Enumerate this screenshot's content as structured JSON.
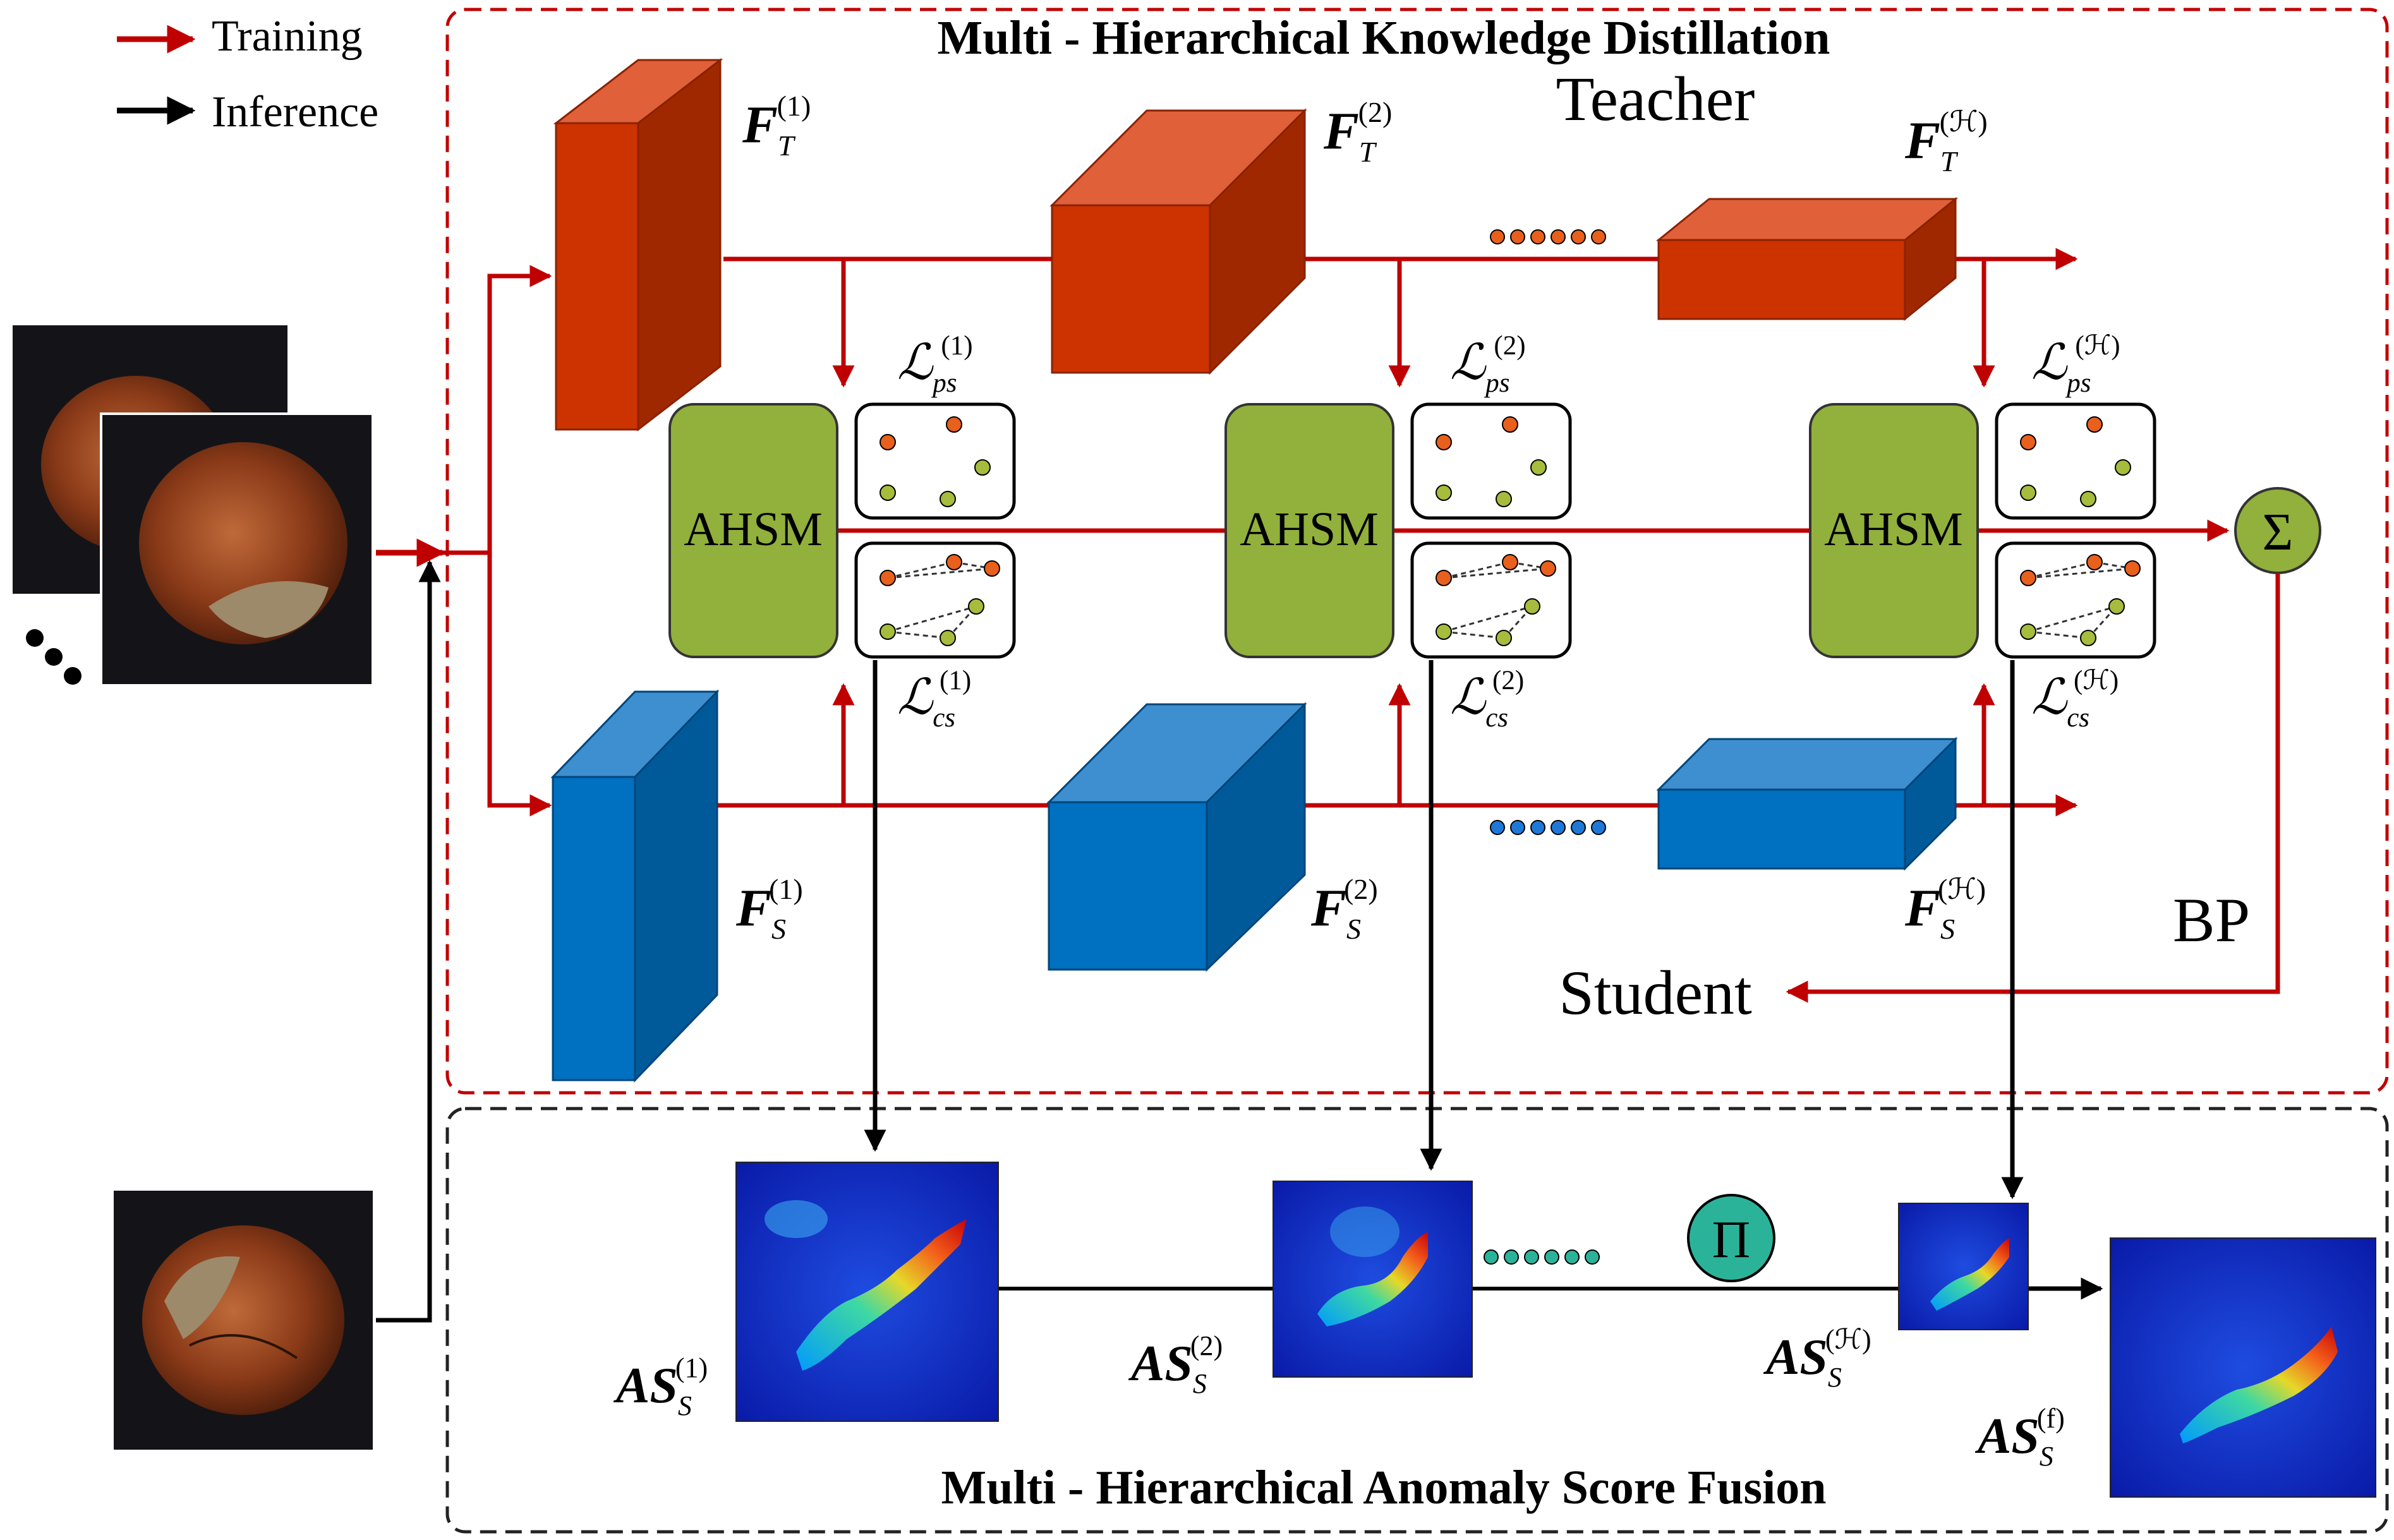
{
  "legend": {
    "training": "Training",
    "inference": "Inference"
  },
  "titles": {
    "distillation": "Multi - Hierarchical Knowledge Distillation",
    "fusion": "Multi - Hierarchical Anomaly Score Fusion"
  },
  "labels": {
    "teacher": "Teacher",
    "student": "Student",
    "bp": "BP",
    "sum_symbol": "Σ",
    "product_symbol": "Π",
    "ellipsis": "•••"
  },
  "module": {
    "name": "AHSM"
  },
  "teacher_features": [
    {
      "base": "F",
      "sub": "T",
      "sup": "(1)"
    },
    {
      "base": "F",
      "sub": "T",
      "sup": "(2)"
    },
    {
      "base": "F",
      "sub": "T",
      "sup": "(ℋ)"
    }
  ],
  "student_features": [
    {
      "base": "F",
      "sub": "S",
      "sup": "(1)"
    },
    {
      "base": "F",
      "sub": "S",
      "sup": "(2)"
    },
    {
      "base": "F",
      "sub": "S",
      "sup": "(ℋ)"
    }
  ],
  "point_losses": [
    {
      "base": "ℒ",
      "sub": "ps",
      "sup": "(1)"
    },
    {
      "base": "ℒ",
      "sub": "ps",
      "sup": "(2)"
    },
    {
      "base": "ℒ",
      "sub": "ps",
      "sup": "(ℋ)"
    }
  ],
  "correlation_losses": [
    {
      "base": "ℒ",
      "sub": "cs",
      "sup": "(1)"
    },
    {
      "base": "ℒ",
      "sub": "cs",
      "sup": "(2)"
    },
    {
      "base": "ℒ",
      "sub": "cs",
      "sup": "(ℋ)"
    }
  ],
  "anomaly_scores": [
    {
      "base": "AS",
      "sub": "S",
      "sup": "(1)"
    },
    {
      "base": "AS",
      "sub": "S",
      "sup": "(2)"
    },
    {
      "base": "AS",
      "sub": "S",
      "sup": "(ℋ)"
    },
    {
      "base": "AS",
      "sub": "S",
      "sup": "(f)"
    }
  ],
  "colors": {
    "training_arrow": "#C00000",
    "inference_arrow": "#000000",
    "teacher_front": "#CC3300",
    "teacher_top": "#E0603A",
    "teacher_side": "#A02800",
    "student_front": "#0070C0",
    "student_top": "#3D8FD0",
    "student_side": "#005A9A",
    "module_fill": "#92B03C",
    "sum_fill": "#92B03C",
    "product_fill": "#2BB39A",
    "dot_orange": "#E8601C",
    "dot_green": "#A6BC3C"
  }
}
